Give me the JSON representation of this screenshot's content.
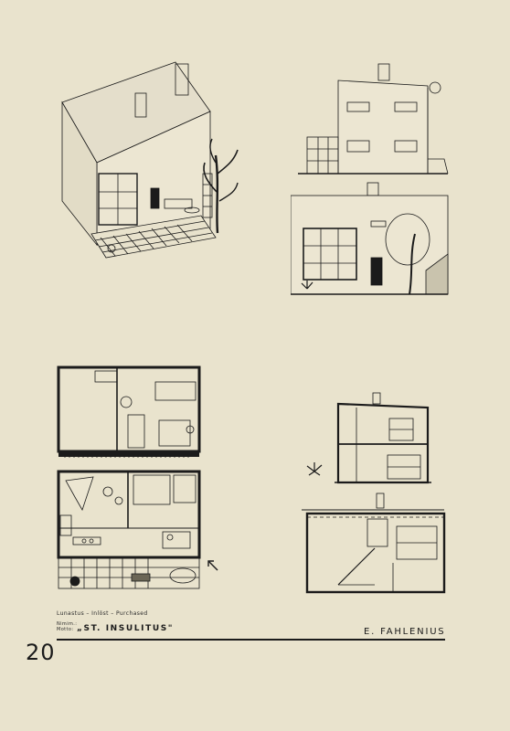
{
  "captions": {
    "purchase": "Lunastus – Inlöst – Purchased",
    "motto_prefix": "Nimim.:",
    "motto_prefix2": "Motto:",
    "motto": "„ST. INSULITUS\"",
    "architect": "E. FAHLENIUS"
  },
  "page_number": "20",
  "colors": {
    "paper": "#e9e3cd",
    "ink": "#1b1b1b"
  }
}
